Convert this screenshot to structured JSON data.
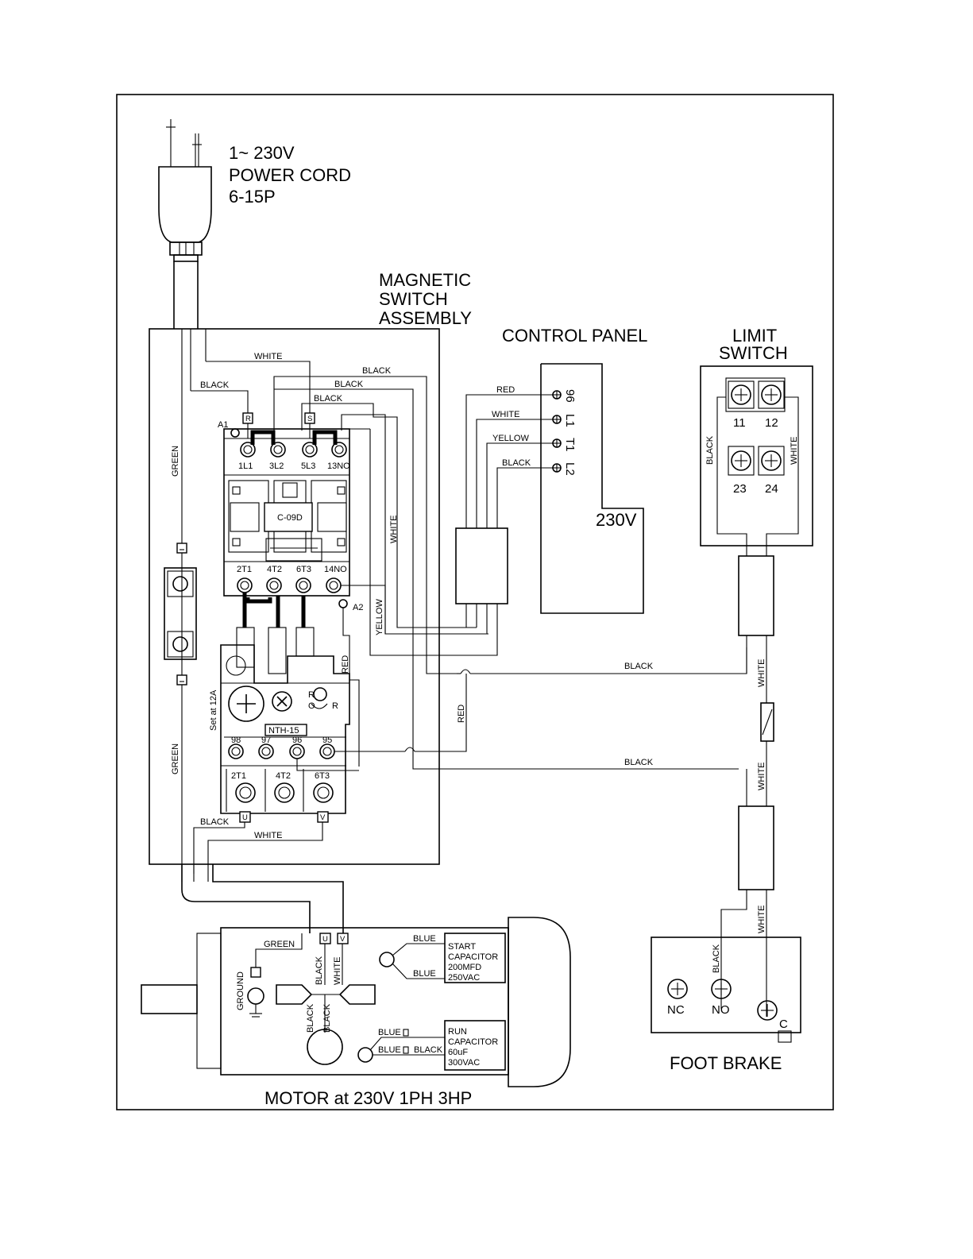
{
  "title": {
    "power_cord": [
      "1~ 230V",
      "POWER CORD",
      "6-15P"
    ],
    "magnetic_switch": [
      "MAGNETIC",
      "SWITCH",
      "ASSEMBLY"
    ],
    "control_panel": "CONTROL PANEL",
    "limit_switch": [
      "LIMIT",
      "SWITCH"
    ],
    "foot_brake": "FOOT BRAKE",
    "motor": "MOTOR at 230V 1PH 3HP"
  },
  "contactor": {
    "model": "C-09D",
    "top_terminals": [
      "1L1",
      "3L2",
      "5L3",
      "13NO"
    ],
    "bottom_terminals": [
      "2T1",
      "4T2",
      "6T3",
      "14NO"
    ],
    "coil_a1": "A1",
    "coil_a2": "A2",
    "tag_r": "R",
    "tag_s": "S"
  },
  "overload": {
    "model": "NTH-15",
    "setting": "Set at 12A",
    "aux_terminals": [
      "98",
      "97",
      "96",
      "95"
    ],
    "out_terminals": [
      "2T1",
      "4T2",
      "6T3"
    ],
    "tag_u": "U",
    "tag_v": "V",
    "reset_r": "R",
    "reset_o": "O",
    "reset_r2": "R"
  },
  "control_panel": {
    "terminals": [
      "96",
      "L1",
      "T1",
      "L2"
    ],
    "voltage": "230V"
  },
  "limit_switch": {
    "terminals": [
      "11",
      "12",
      "23",
      "24"
    ]
  },
  "foot_brake": {
    "terminals": [
      "NC",
      "NO",
      "C"
    ]
  },
  "motor": {
    "tag_u": "U",
    "tag_v": "V",
    "ground": "GROUND",
    "start_capacitor": [
      "START",
      "CAPACITOR",
      "200MFD",
      "250VAC"
    ],
    "run_capacitor": [
      "RUN",
      "CAPACITOR",
      "60uF",
      "300VAC"
    ]
  },
  "wires": {
    "white": "WHITE",
    "black": "BLACK",
    "red": "RED",
    "yellow": "YELLOW",
    "green": "GREEN",
    "blue": "BLUE"
  }
}
